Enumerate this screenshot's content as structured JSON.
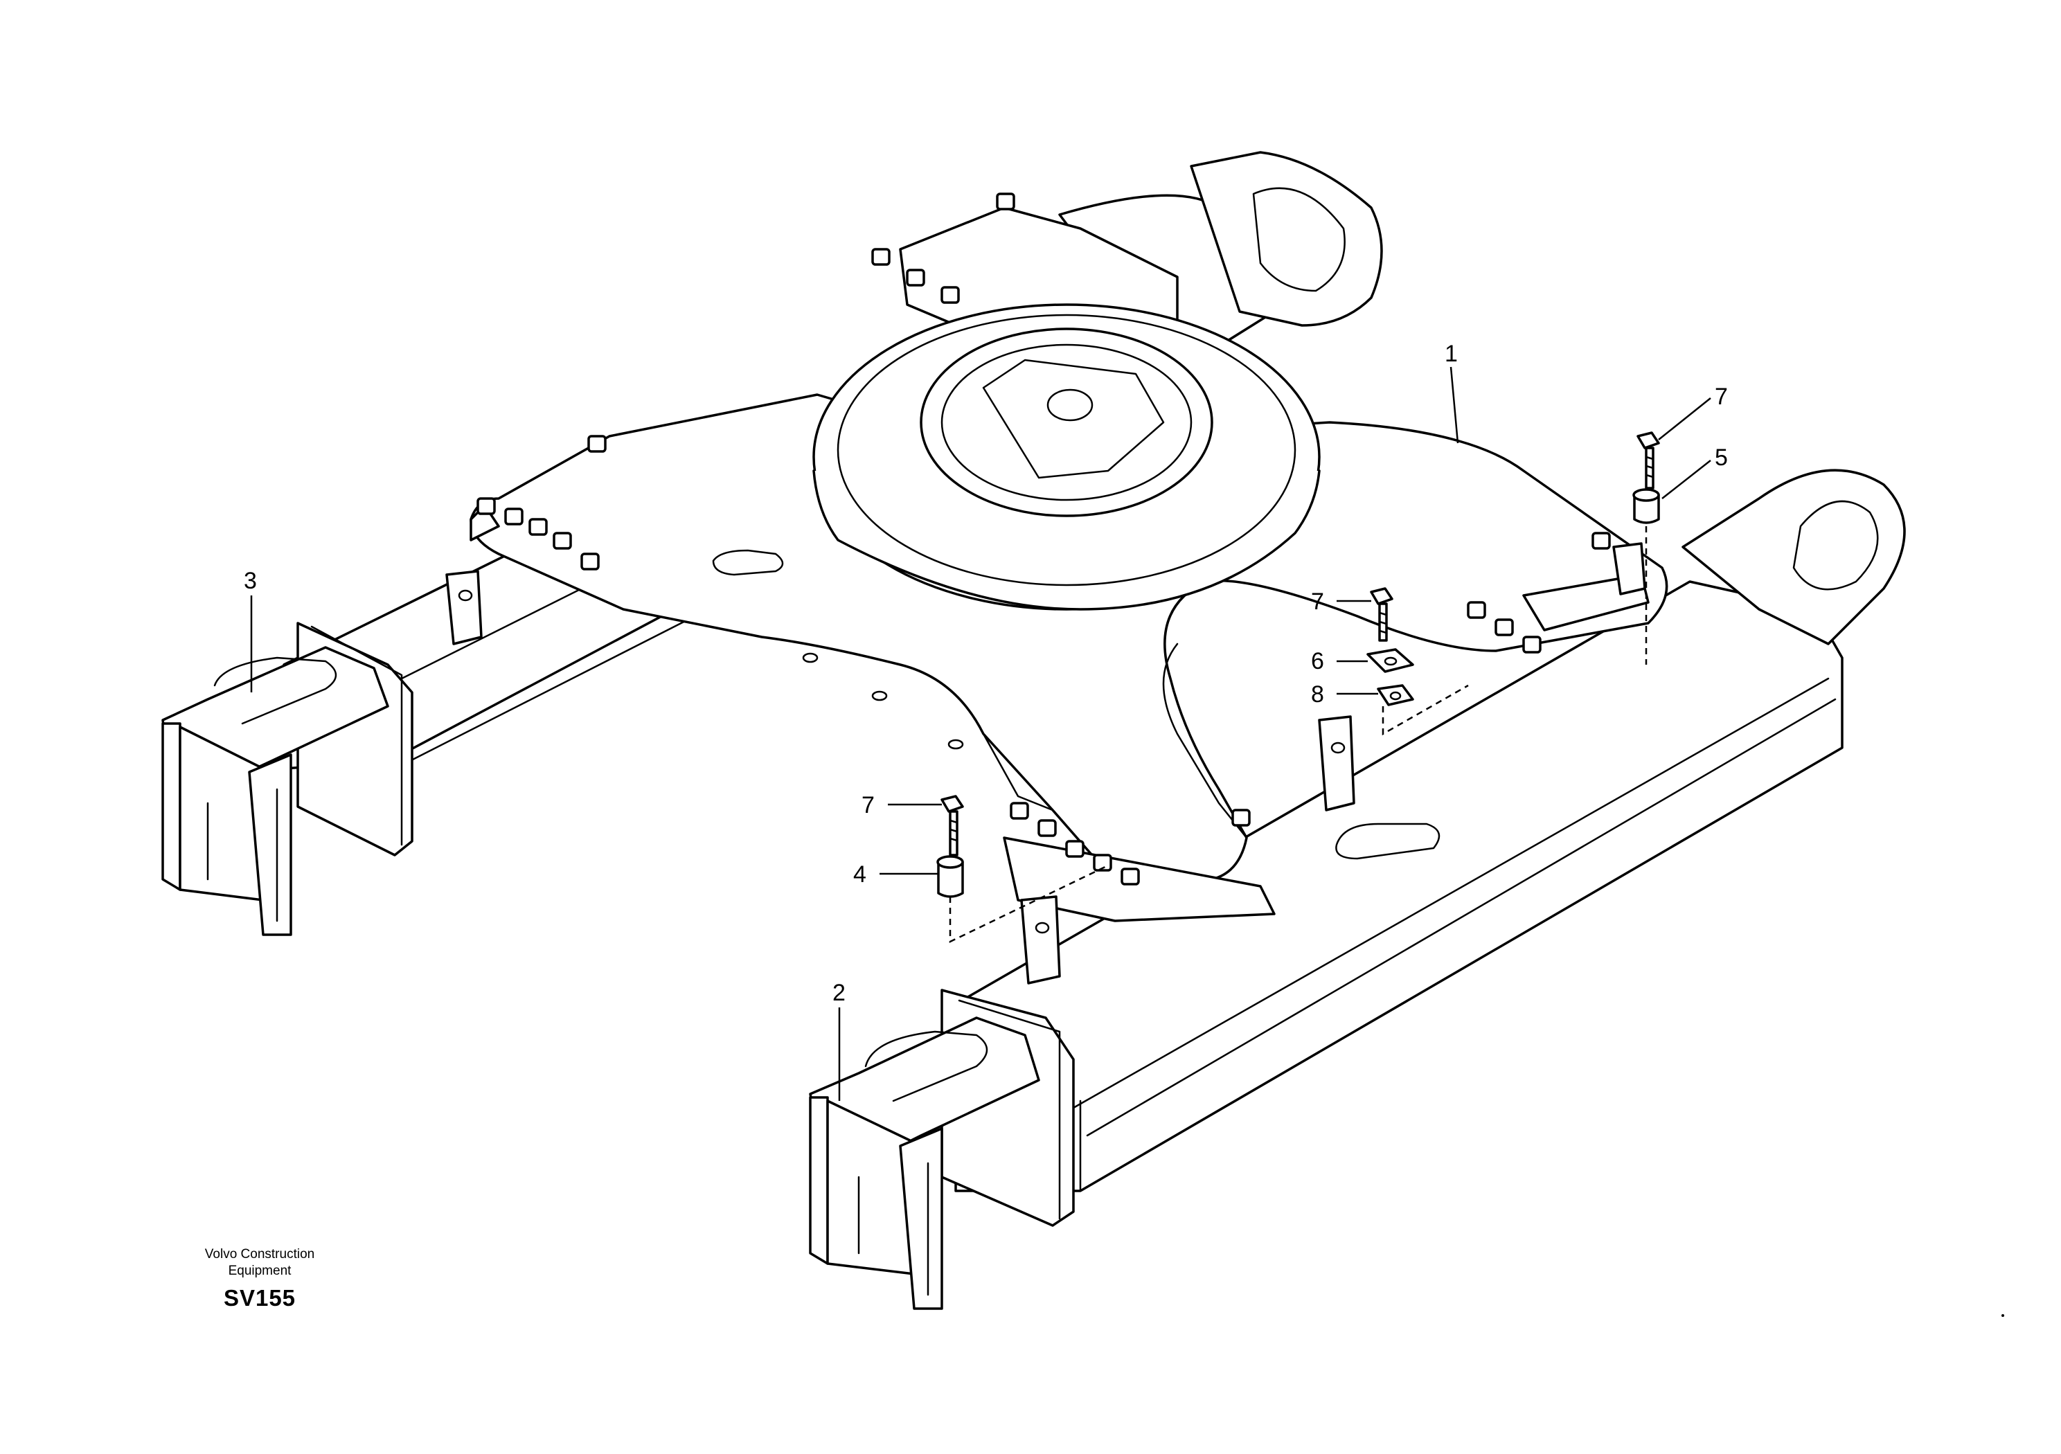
{
  "diagram": {
    "callouts": [
      {
        "id": "callout-1",
        "label": "1"
      },
      {
        "id": "callout-2",
        "label": "2"
      },
      {
        "id": "callout-3",
        "label": "3"
      },
      {
        "id": "callout-4",
        "label": "4"
      },
      {
        "id": "callout-5",
        "label": "5"
      },
      {
        "id": "callout-6",
        "label": "6"
      },
      {
        "id": "callout-7a",
        "label": "7"
      },
      {
        "id": "callout-7b",
        "label": "7"
      },
      {
        "id": "callout-7c",
        "label": "7"
      },
      {
        "id": "callout-8",
        "label": "8"
      }
    ]
  },
  "credit": {
    "line1": "Volvo Construction",
    "line2": "Equipment",
    "code": "SV155"
  }
}
